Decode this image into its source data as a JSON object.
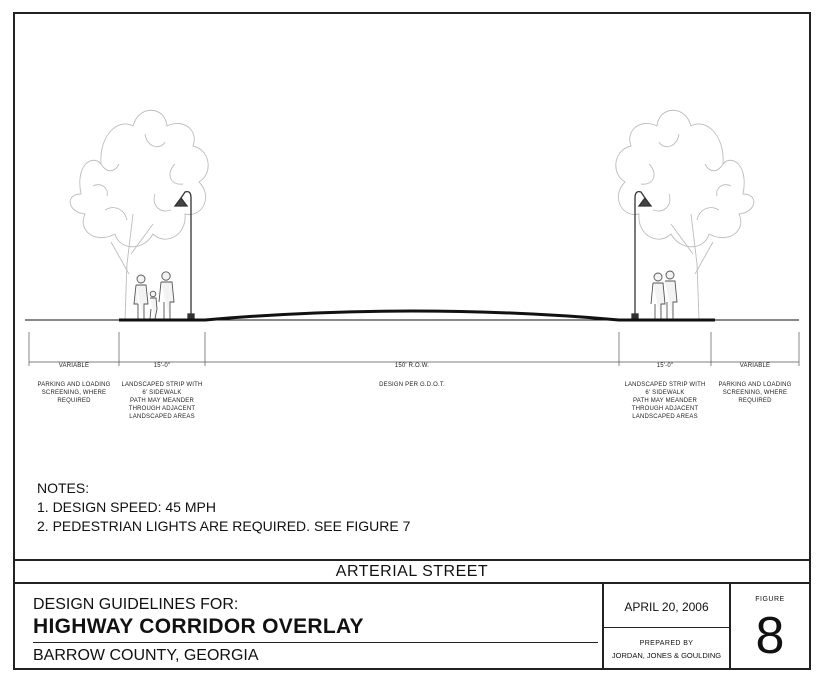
{
  "section": {
    "dimensions": [
      {
        "id": "left-variable",
        "value": "VARIABLE",
        "note": "PARKING AND LOADING\nSCREENING, WHERE\nREQUIRED"
      },
      {
        "id": "left-strip",
        "value": "15'-0\"",
        "note": "LANDSCAPED STRIP WITH\n6' SIDEWALK\nPATH MAY MEANDER\nTHROUGH ADJACENT\nLANDSCAPED AREAS"
      },
      {
        "id": "row",
        "value": "150' R.O.W.",
        "note": "DESIGN PER G.D.O.T."
      },
      {
        "id": "right-strip",
        "value": "15'-0\"",
        "note": "LANDSCAPED STRIP WITH\n6' SIDEWALK\nPATH MAY MEANDER\nTHROUGH ADJACENT\nLANDSCAPED AREAS"
      },
      {
        "id": "right-variable",
        "value": "VARIABLE",
        "note": "PARKING AND LOADING\nSCREENING, WHERE\nREQUIRED"
      }
    ]
  },
  "notes": {
    "heading": "NOTES:",
    "items": [
      "1. DESIGN SPEED: 45 MPH",
      "2. PEDESTRIAN LIGHTS ARE REQUIRED. SEE FIGURE 7"
    ]
  },
  "title_strip": "ARTERIAL STREET",
  "title_block": {
    "label": "DESIGN GUIDELINES FOR:",
    "title": "HIGHWAY CORRIDOR OVERLAY",
    "county": "BARROW COUNTY, GEORGIA",
    "date": "APRIL 20, 2006",
    "prepared_label": "PREPARED BY",
    "prepared_by": "JORDAN, JONES & GOULDING",
    "figure_label": "FIGURE",
    "figure_number": "8"
  }
}
